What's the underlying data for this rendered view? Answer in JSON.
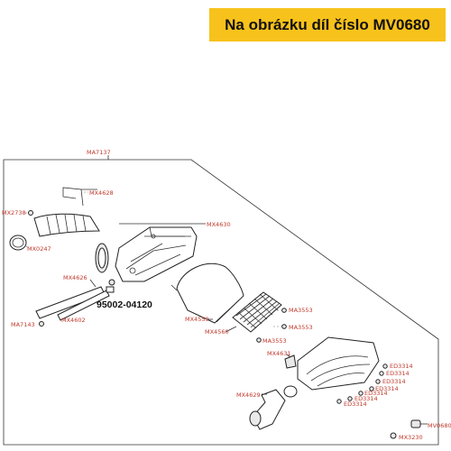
{
  "banner": {
    "text": "Na obrázku díl číslo MV0680",
    "color": "#f7c21b"
  },
  "labels": {
    "ma7137": "MA7137",
    "mx4628": "MX4628",
    "mx2738": "MX2738",
    "mx0247": "MX0247",
    "mx4630": "MX4630",
    "mx4626": "MX4626",
    "part_95002": "95002-04120",
    "ma7143": "MA7143",
    "mx4602": "MX4602",
    "mx4559": "MX4559",
    "ma3553_a": "MA3553",
    "ma3553_b": "MA3553",
    "mx4560": "MX4560",
    "ma3553_c": "MA3553",
    "mx4631": "MX4631",
    "ed3314_a": "ED3314",
    "ed3314_b": "ED3314",
    "ed3314_c": "ED3314",
    "ed3314_d": "ED3314",
    "ed3314_e": "ED3314",
    "ed3314_f": "ED3314",
    "ed3314_g": "ED3314",
    "mx4629": "MX4629",
    "mv0680": "MV0680",
    "mx3230": "MX3230"
  },
  "colors": {
    "label": "#c0392b",
    "lines": "#333333"
  }
}
